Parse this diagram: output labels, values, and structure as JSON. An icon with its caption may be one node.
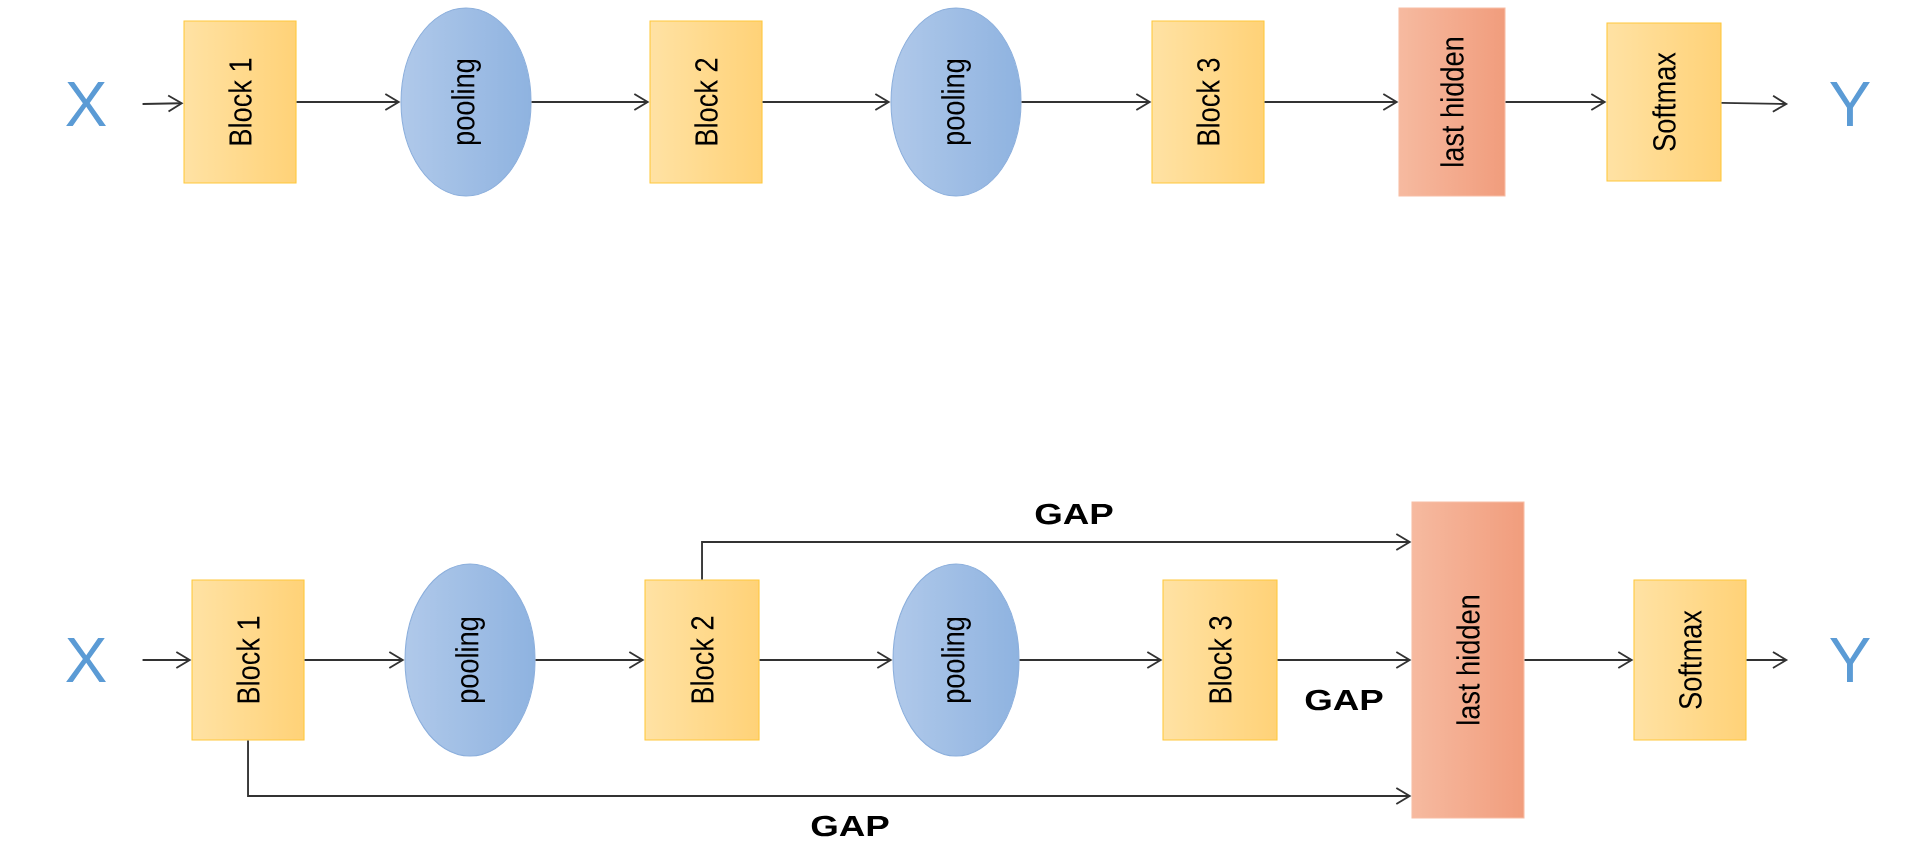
{
  "diagram": {
    "nodes": [
      {
        "text": [
          "X"
        ]
      },
      {
        "text": [
          "Block 1"
        ]
      },
      {
        "text": [
          "pooling"
        ]
      },
      {
        "text": [
          "Block 2"
        ]
      },
      {
        "text": [
          "pooling"
        ]
      },
      {
        "text": [
          "Block 3"
        ]
      },
      {
        "text": [
          "last hidden"
        ]
      },
      {
        "text": [
          "Softmax"
        ]
      },
      {
        "text": [
          "Y"
        ]
      },
      {
        "text": [
          "X"
        ]
      },
      {
        "text": [
          "Block 1"
        ]
      },
      {
        "text": [
          "pooling"
        ]
      },
      {
        "text": [
          "Block 2"
        ]
      },
      {
        "text": [
          "pooling"
        ]
      },
      {
        "text": [
          "Block 3"
        ]
      },
      {
        "text": [
          "last hidden"
        ]
      },
      {
        "text": [
          "Softmax"
        ]
      },
      {
        "text": [
          "Y"
        ]
      }
    ],
    "edges": [
      {
        "from": 0,
        "to": 1,
        "arrow": "to"
      },
      {
        "from": 1,
        "to": 2,
        "arrow": "to"
      },
      {
        "from": 2,
        "to": 3,
        "arrow": "to"
      },
      {
        "from": 3,
        "to": 4,
        "arrow": "to"
      },
      {
        "from": 4,
        "to": 5,
        "arrow": "to"
      },
      {
        "from": 5,
        "to": 6,
        "arrow": "to"
      },
      {
        "from": 6,
        "to": 7,
        "arrow": "to"
      },
      {
        "from": 7,
        "to": 8,
        "arrow": "to"
      },
      {
        "from": 9,
        "to": 10,
        "arrow": "to"
      },
      {
        "from": 10,
        "to": 11,
        "arrow": "to"
      },
      {
        "from": 11,
        "to": 12,
        "arrow": "to"
      },
      {
        "from": 12,
        "to": 13,
        "arrow": "to"
      },
      {
        "from": 13,
        "to": 14,
        "arrow": "to"
      },
      {
        "from": 14,
        "to": 15,
        "arrow": "to",
        "label": "GAP"
      },
      {
        "from": 15,
        "to": 16,
        "arrow": "to"
      },
      {
        "from": 16,
        "to": 17,
        "arrow": "to"
      },
      {
        "from": 12,
        "to": 15,
        "arrow": "to",
        "label": "GAP"
      },
      {
        "from": 10,
        "to": 15,
        "arrow": "to",
        "label": "GAP"
      }
    ]
  }
}
